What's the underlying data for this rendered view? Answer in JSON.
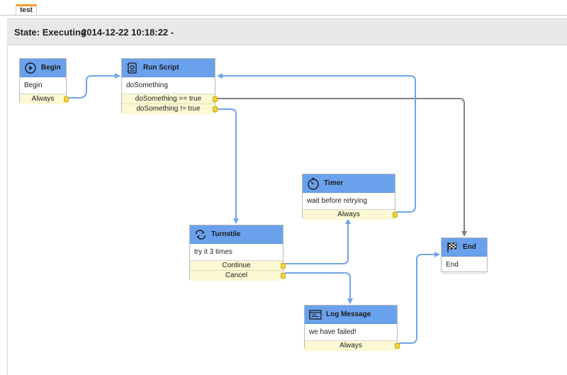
{
  "tab": {
    "label": "test"
  },
  "state": {
    "label": "State: Executing",
    "timestamp": "2014-12-22 10:18:22 -"
  },
  "nodes": {
    "begin": {
      "title": "Begin",
      "description": "Begin",
      "outputs": [
        "Always"
      ],
      "icon": "play-icon"
    },
    "run_script": {
      "title": "Run Script",
      "description": "doSomething",
      "outputs": [
        "doSomething == true",
        "doSomething != true"
      ],
      "icon": "script-icon"
    },
    "timer": {
      "title": "Timer",
      "description": "wait before retrying",
      "outputs": [
        "Always"
      ],
      "icon": "stopwatch-icon"
    },
    "turnstile": {
      "title": "Turnstile",
      "description": "try it 3 times",
      "outputs": [
        "Continue",
        "Cancel"
      ],
      "icon": "loop-icon"
    },
    "end": {
      "title": "End",
      "description": "End",
      "outputs": [],
      "icon": "checkered-flag-icon"
    },
    "log_message": {
      "title": "Log Message",
      "description": "we have failed!",
      "outputs": [
        "Always"
      ],
      "icon": "log-icon"
    }
  },
  "links": [
    {
      "from": "Begin: Always",
      "to": "Run Script"
    },
    {
      "from": "Run Script: doSomething == true",
      "to": "End"
    },
    {
      "from": "Run Script: doSomething != true",
      "to": "Turnstile"
    },
    {
      "from": "Turnstile: Continue",
      "to": "Timer"
    },
    {
      "from": "Turnstile: Cancel",
      "to": "Log Message"
    },
    {
      "from": "Timer: Always",
      "to": "Run Script"
    },
    {
      "from": "Log Message: Always",
      "to": "End"
    }
  ],
  "colors": {
    "header": "#6aa1ec",
    "output_row": "#fbf8d3",
    "port": "#f4d43a",
    "link_blue": "#6fa5e8",
    "link_gray": "#808080",
    "tab_accent": "#f0a030"
  }
}
